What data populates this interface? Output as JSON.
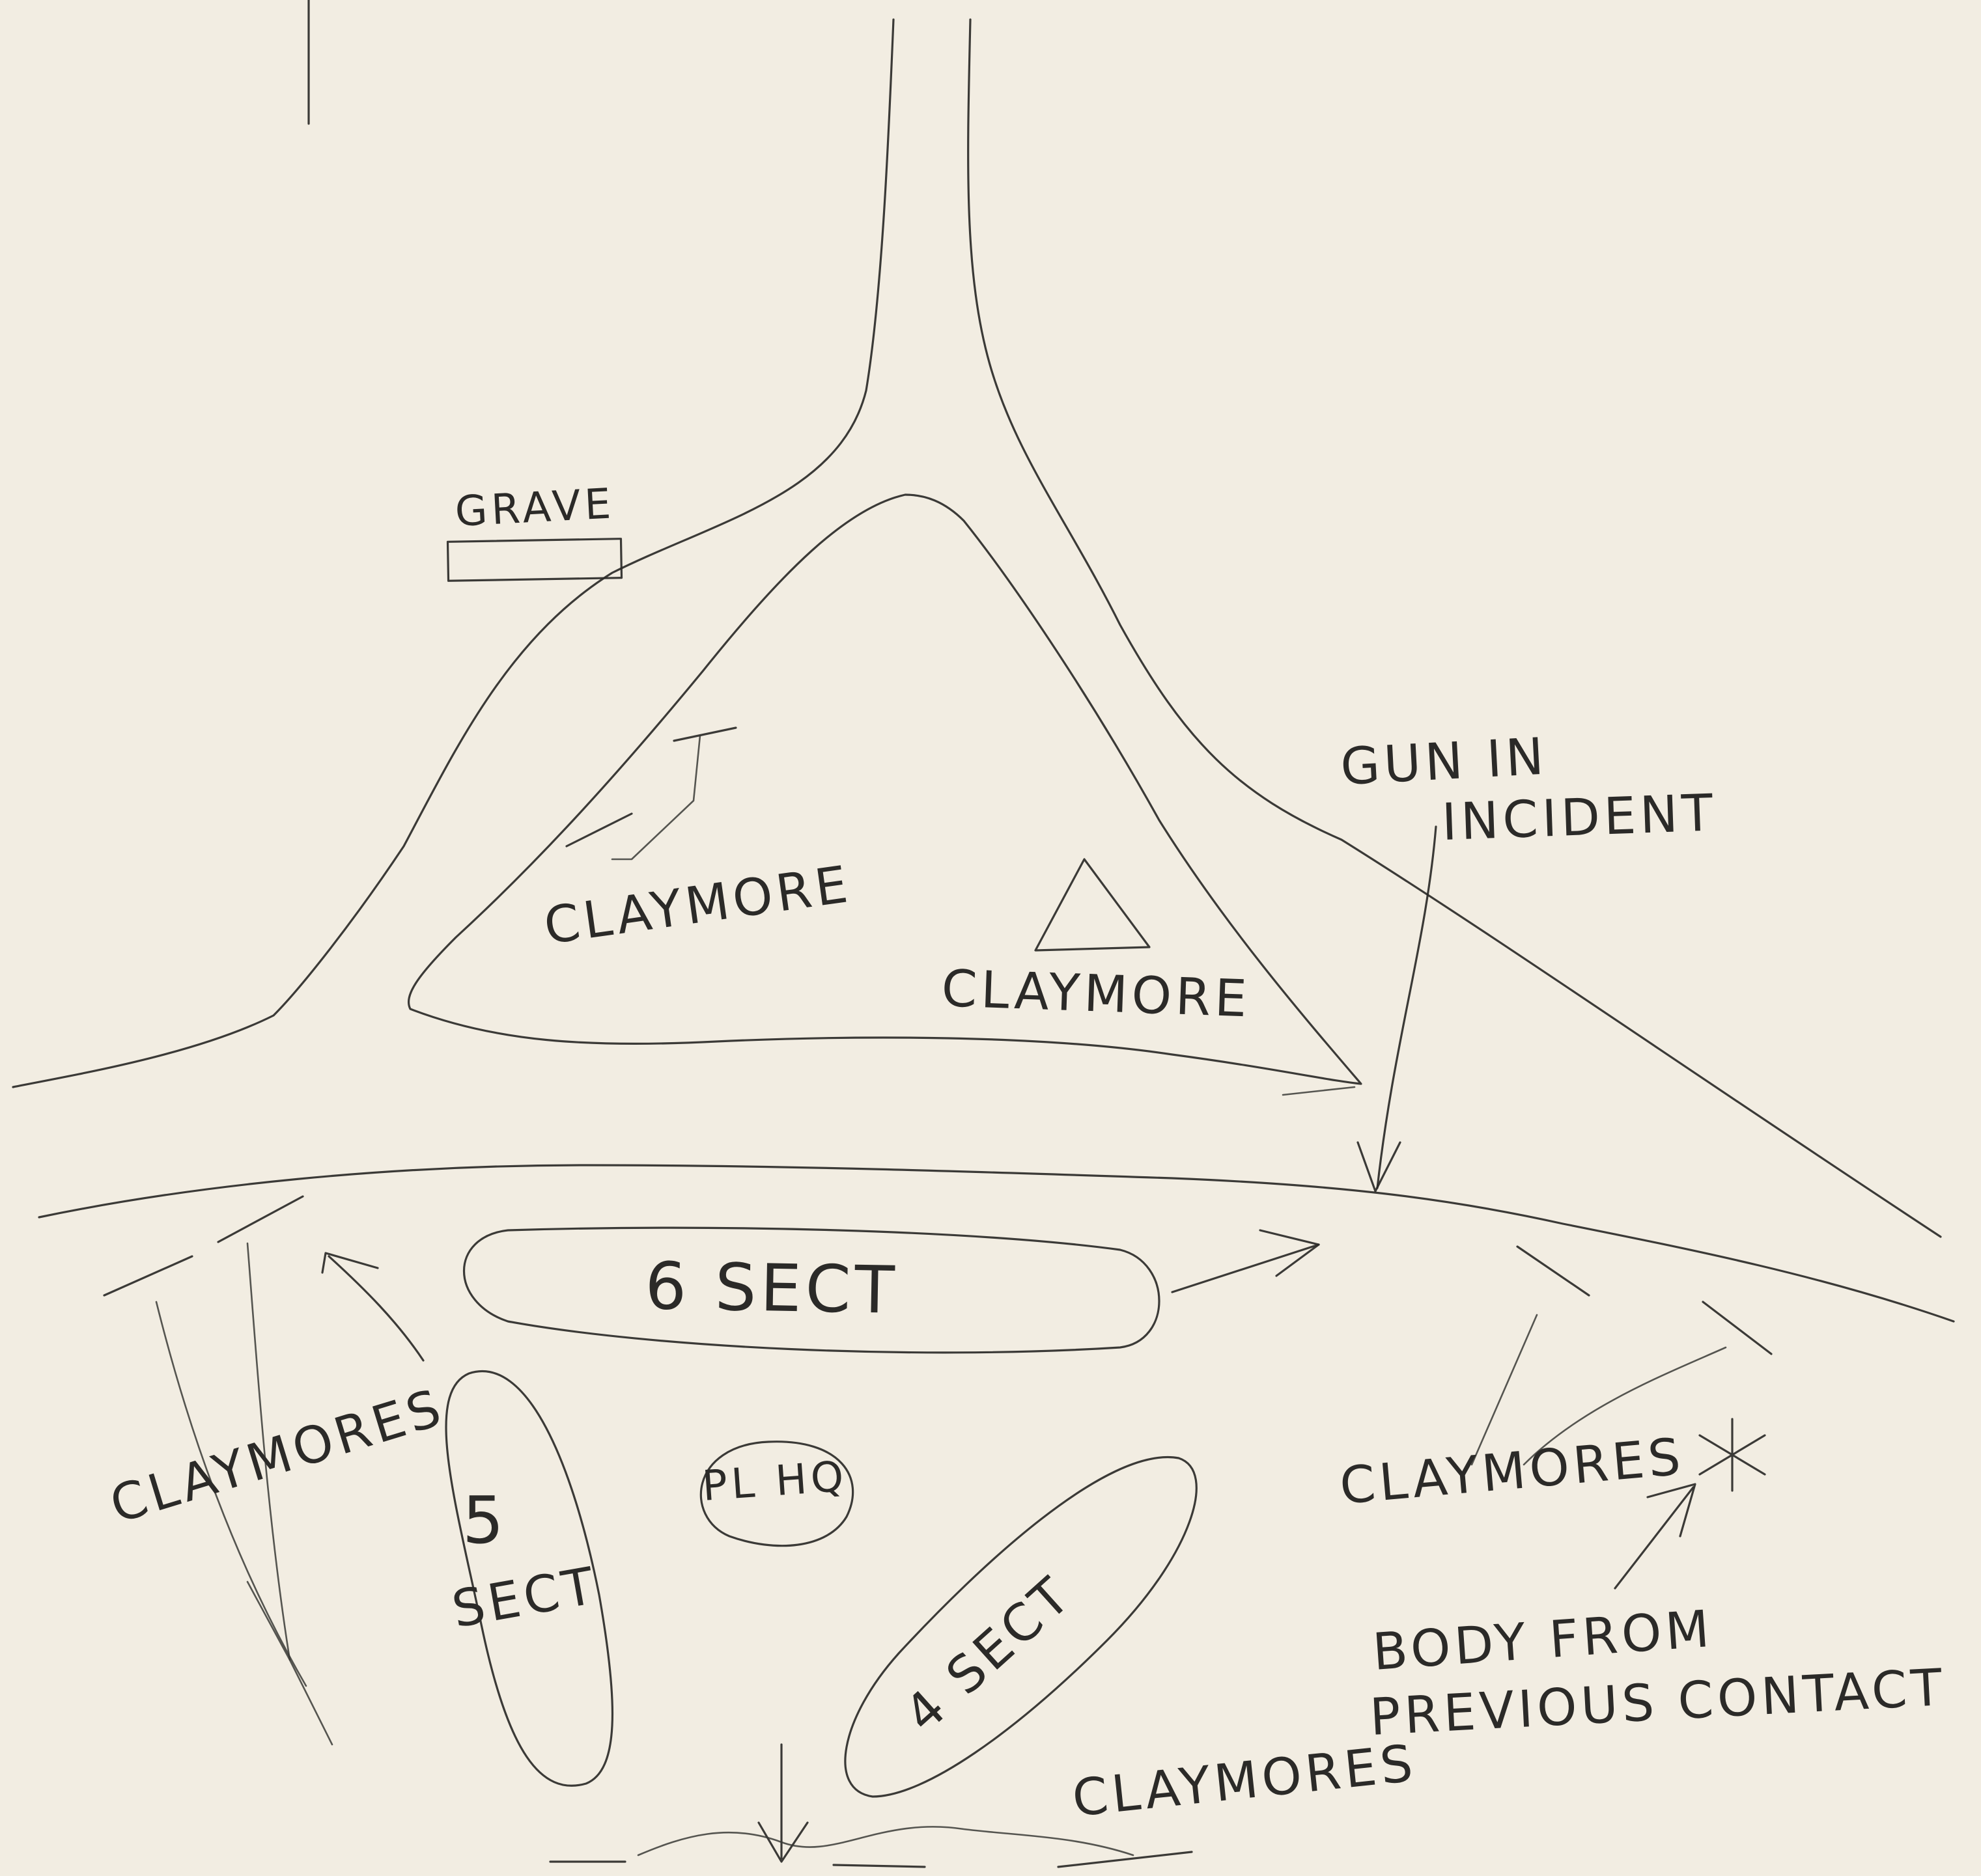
{
  "background_color": "#f2ede2",
  "ink_color": "#2b2a28",
  "labels": {
    "grave": "GRAVE",
    "claymore_left": "CLAYMORE",
    "claymore_right": "CLAYMORE",
    "gun_in": "GUN IN",
    "incident": "INCIDENT",
    "six_sect": "6 SECT",
    "claymores_left": "CLAYMORES",
    "five": "5",
    "five_sect": "SECT",
    "pl_hq": "PL HQ",
    "four_sect": "4 SECT",
    "claymores_right": "CLAYMORES",
    "body_line1": "BODY FROM",
    "body_line2": "PREVIOUS CONTACT",
    "claymores_bottom": "CLAYMORES"
  }
}
